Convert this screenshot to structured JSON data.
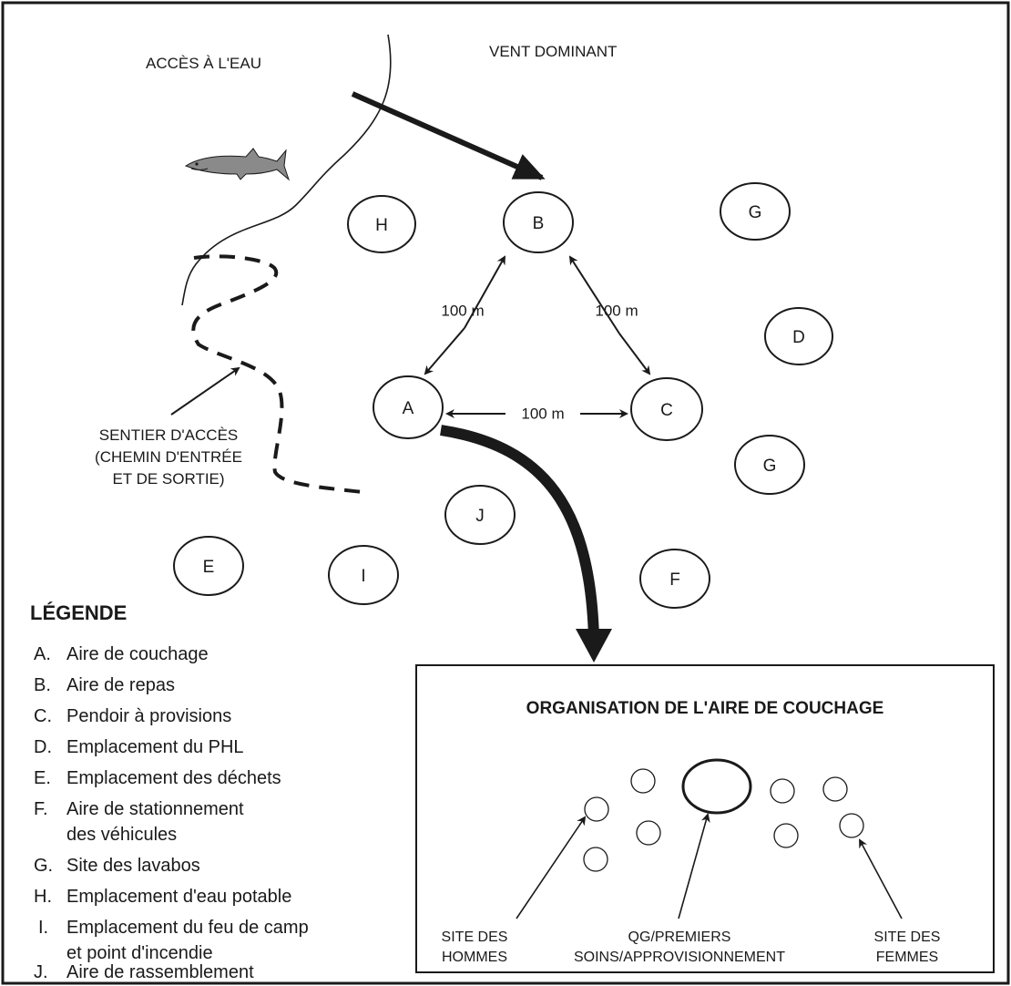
{
  "header": {
    "water_access": "ACCÈS À L'EAU",
    "prevailing_wind": "VENT DOMINANT"
  },
  "trail_label": [
    "SENTIER D'ACCÈS",
    "(CHEMIN D'ENTRÉE",
    "ET DE SORTIE)"
  ],
  "zones": {
    "A": "A",
    "B": "B",
    "C": "C",
    "D": "D",
    "E": "E",
    "F": "F",
    "G1": "G",
    "G2": "G",
    "H": "H",
    "I": "I",
    "J": "J"
  },
  "distances": {
    "a_b": "100 m",
    "b_c": "100 m",
    "a_c": "100 m"
  },
  "legend": {
    "title": "LÉGENDE",
    "items": [
      [
        "A.",
        "Aire de couchage"
      ],
      [
        "B.",
        "Aire de repas"
      ],
      [
        "C.",
        "Pendoir à provisions"
      ],
      [
        "D.",
        "Emplacement du PHL"
      ],
      [
        "E.",
        "Emplacement des déchets"
      ],
      [
        "F.",
        "Aire de stationnement",
        "des véhicules"
      ],
      [
        "G.",
        "Site des lavabos"
      ],
      [
        "H.",
        "Emplacement d'eau potable"
      ],
      [
        "I.",
        "Emplacement du feu de camp",
        "et point d'incendie"
      ],
      [
        "J.",
        "Aire de rassemblement"
      ]
    ]
  },
  "inset": {
    "title": "ORGANISATION DE L'AIRE DE COUCHAGE",
    "men_site": [
      "SITE DES",
      "HOMMES"
    ],
    "hq": [
      "QG/PREMIERS",
      "SOINS/APPROVISIONNEMENT"
    ],
    "women_site": [
      "SITE DES",
      "FEMMES"
    ]
  },
  "icons": {
    "shark": "shark-icon",
    "wind_arrow": "wind-arrow-icon"
  },
  "colors": {
    "ink": "#1a1a1a",
    "shark_fill": "#8a8a8a"
  }
}
